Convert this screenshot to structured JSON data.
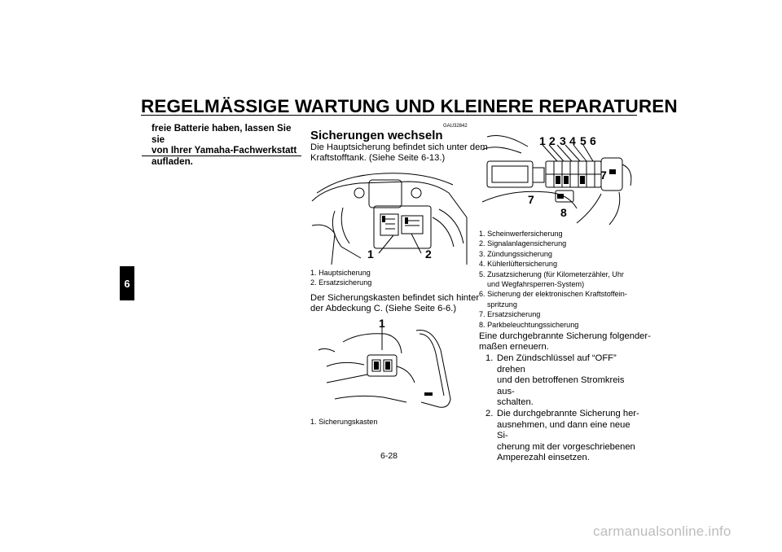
{
  "header": {
    "title": "REGELMÄSSIGE WARTUNG UND KLEINERE REPARATUREN",
    "chapter_tab": "6"
  },
  "left_column": {
    "warning_lines": [
      "freie Batterie haben, lassen Sie sie",
      "von Ihrer Yamaha-Fachwerkstatt",
      "aufladen."
    ]
  },
  "middle_column": {
    "ref_code": "GAU32842",
    "heading": "Sicherungen wechseln",
    "intro_lines": [
      "Die Hauptsicherung befindet sich unter dem",
      "Kraftstofftank. (Siehe Seite 6-13.)"
    ],
    "figure1": {
      "labels": [
        "1",
        "2"
      ],
      "captions": [
        "1. Hauptsicherung",
        "2. Ersatzsicherung"
      ]
    },
    "para2_lines": [
      "Der Sicherungskasten befindet sich hinter",
      "der Abdeckung C. (Siehe Seite 6-6.)"
    ],
    "figure2": {
      "labels": [
        "1"
      ],
      "captions": [
        "1. Sicherungskasten"
      ]
    }
  },
  "right_column": {
    "figure3": {
      "labels": [
        "1",
        "2",
        "3",
        "4",
        "5",
        "6",
        "7",
        "7",
        "8"
      ]
    },
    "captions": [
      [
        "1. Scheinwerfersicherung"
      ],
      [
        "2. Signalanlagensicherung"
      ],
      [
        "3. Zündungssicherung"
      ],
      [
        "4. Kühlerlüftersicherung"
      ],
      [
        "5. Zusatzsicherung (für Kilometerzähler, Uhr",
        "und Wegfahrsperren-System)"
      ],
      [
        "6. Sicherung der elektronischen Kraftstoffein-",
        "spritzung"
      ],
      [
        "7. Ersatzsicherung"
      ],
      [
        "8. Parkbeleuchtungssicherung"
      ]
    ],
    "procedure_intro_lines": [
      "Eine durchgebrannte Sicherung folgender-",
      "maßen erneuern."
    ],
    "steps": [
      {
        "num": "1.",
        "lines": [
          "Den Zündschlüssel auf “OFF” drehen",
          "und den betroffenen Stromkreis aus-",
          "schalten."
        ]
      },
      {
        "num": "2.",
        "lines": [
          "Die durchgebrannte Sicherung her-",
          "ausnehmen, und dann eine neue Si-",
          "cherung mit der vorgeschriebenen",
          "Amperezahl einsetzen."
        ]
      }
    ]
  },
  "footer": {
    "page_number": "6-28",
    "watermark": "carmanualsonline.info"
  }
}
